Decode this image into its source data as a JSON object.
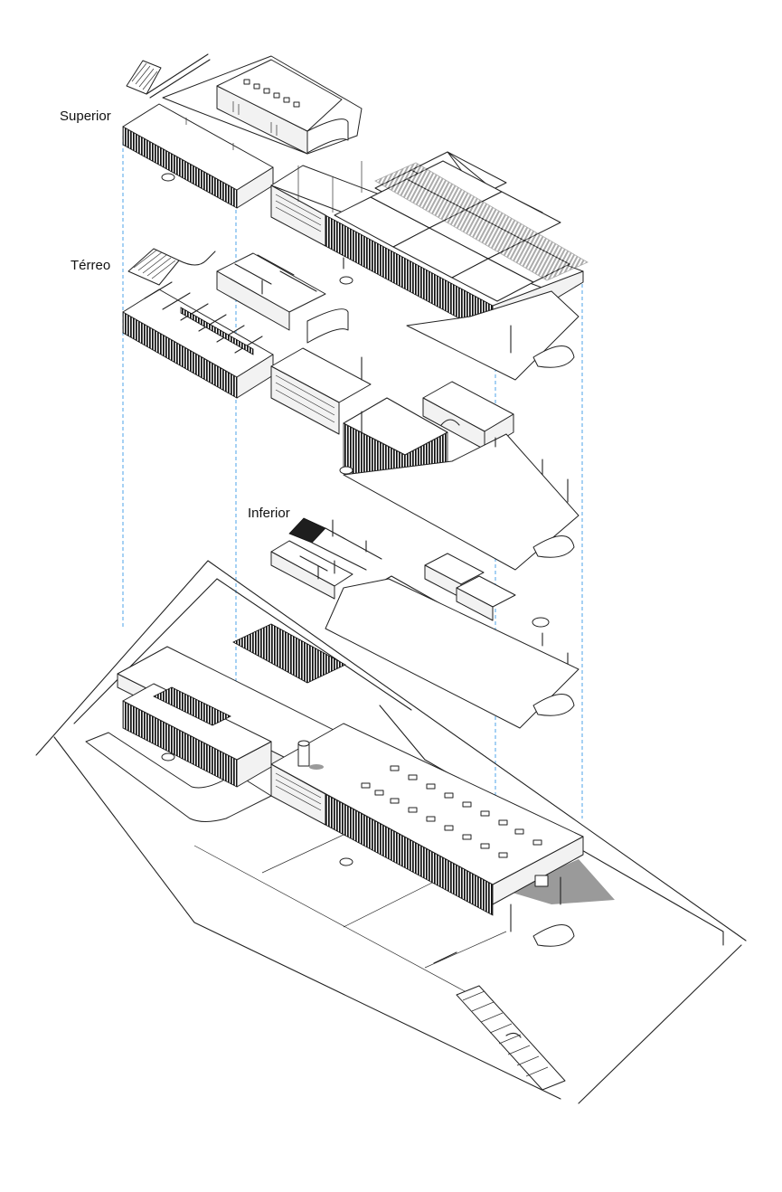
{
  "labels": {
    "superior": "Superior",
    "terreo": "Térreo",
    "inferior": "Inferior"
  },
  "colors": {
    "guide_lines": "#4da3e8",
    "ink": "#222222",
    "shadow": "#9a9a9a"
  }
}
